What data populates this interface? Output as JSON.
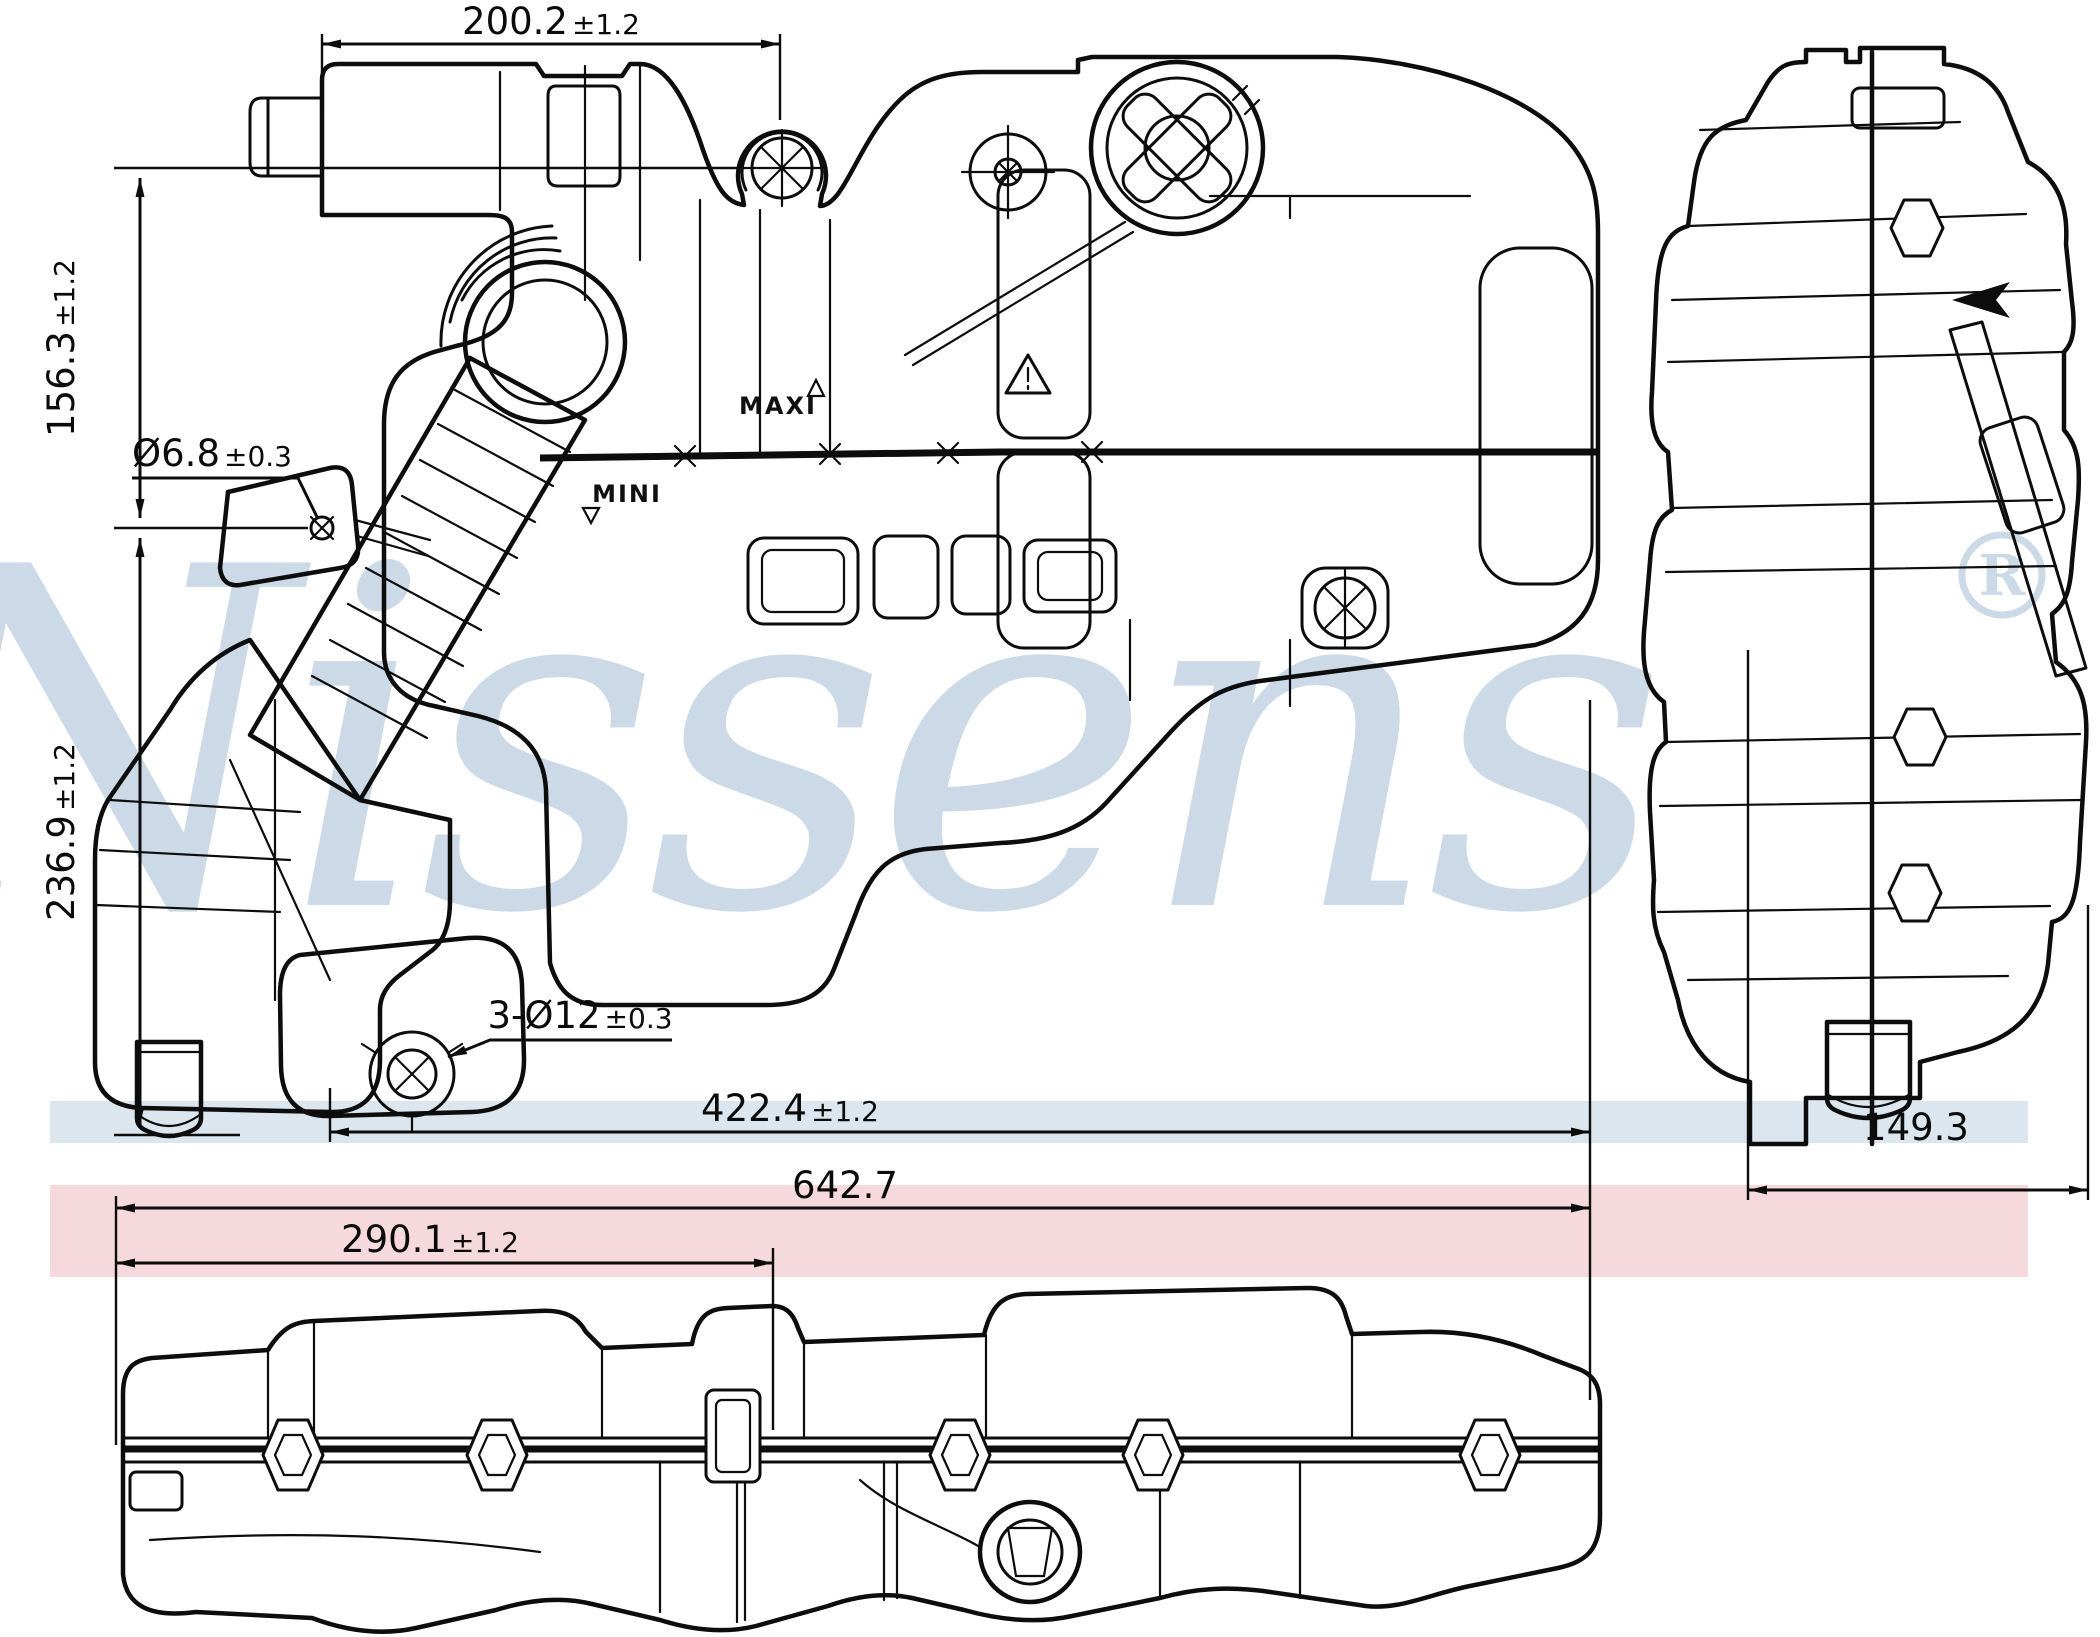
{
  "brand": {
    "watermark": "Nissens",
    "registered_mark": "R"
  },
  "palette": {
    "line": "#0d0d0d",
    "watermark": "#ccd9e7",
    "band_blue": "#dce6ef",
    "band_pink": "#f5d9dc",
    "background": "#ffffff"
  },
  "dimensions": {
    "top_width": {
      "value": "200.2",
      "tol": "±1.2"
    },
    "upper_height": {
      "value": "156.3",
      "tol": "±1.2"
    },
    "bracket_hole": {
      "value": "Ø6.8",
      "tol": "±0.3"
    },
    "lower_height": {
      "value": "236.9",
      "tol": "±1.2"
    },
    "mount_holes": {
      "value": "3-Ø12",
      "tol": "±0.3"
    },
    "mid_width": {
      "value": "422.4",
      "tol": "±1.2"
    },
    "total_width": {
      "value": "642.7",
      "tol": ""
    },
    "partial_width": {
      "value": "290.1",
      "tol": "±1.2"
    },
    "depth": {
      "value": "149.3",
      "tol": ""
    }
  },
  "markings": {
    "max_level": "MAXI",
    "min_level": "MINI"
  }
}
